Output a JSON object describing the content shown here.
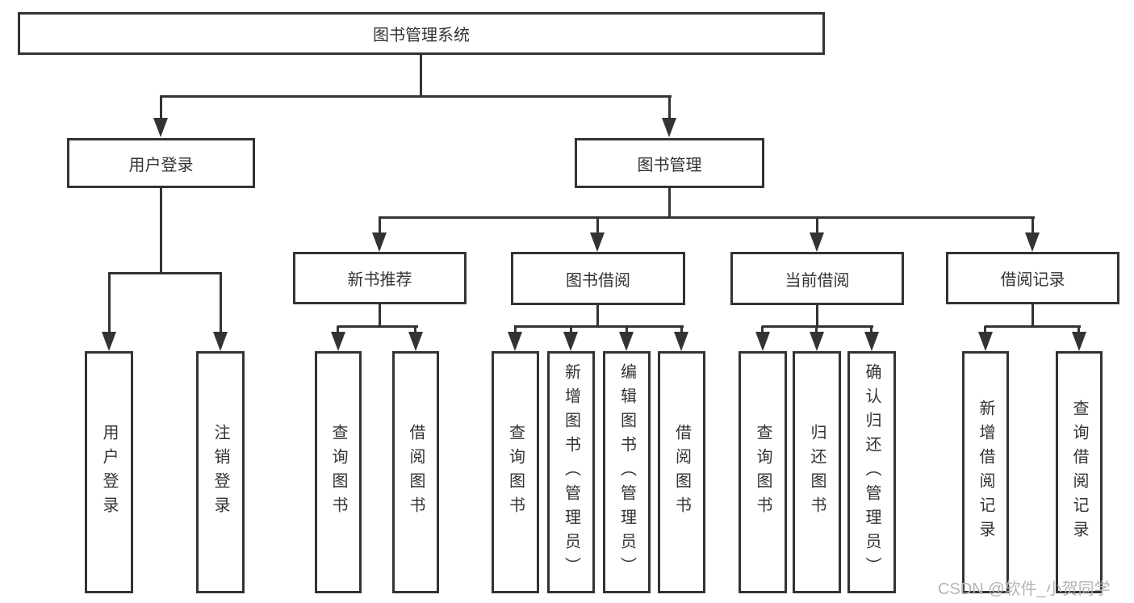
{
  "tree": {
    "root": {
      "label": "图书管理系统",
      "children": [
        {
          "label": "用户登录",
          "children": [
            {
              "label": "用户登录"
            },
            {
              "label": "注销登录"
            }
          ]
        },
        {
          "label": "图书管理",
          "children": [
            {
              "label": "新书推荐",
              "children": [
                {
                  "label": "查询图书"
                },
                {
                  "label": "借阅图书"
                }
              ]
            },
            {
              "label": "图书借阅",
              "children": [
                {
                  "label": "查询图书"
                },
                {
                  "label": "新增图书（管理员）"
                },
                {
                  "label": "编辑图书（管理员）"
                },
                {
                  "label": "借阅图书"
                }
              ]
            },
            {
              "label": "当前借阅",
              "children": [
                {
                  "label": "查询图书"
                },
                {
                  "label": "归还图书"
                },
                {
                  "label": "确认归还（管理员）"
                }
              ]
            },
            {
              "label": "借阅记录",
              "children": [
                {
                  "label": "新增借阅记录"
                },
                {
                  "label": "查询借阅记录"
                }
              ]
            }
          ]
        }
      ]
    }
  },
  "watermark": {
    "text": "CSDN @软件_小贺同学",
    "color": "#b5b5b5"
  },
  "colors": {
    "line": "#333333",
    "text": "#333333",
    "background": "#ffffff",
    "box_fill": "#ffffff"
  }
}
